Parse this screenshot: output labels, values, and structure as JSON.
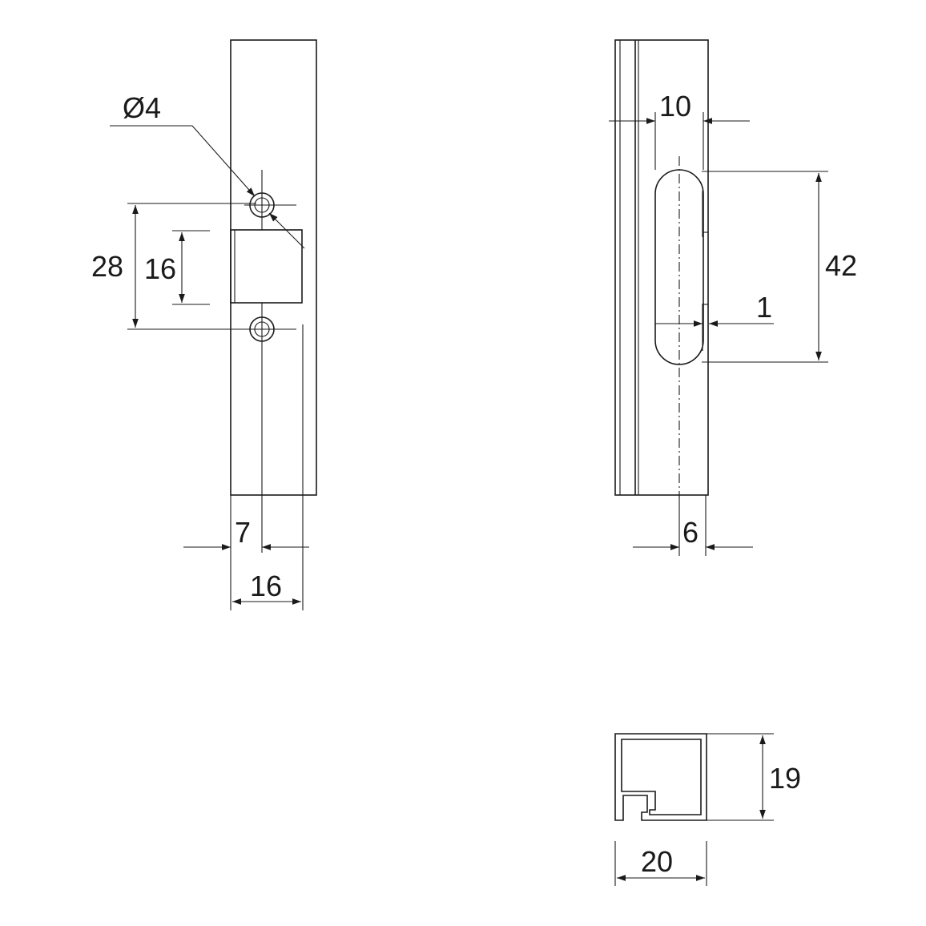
{
  "colors": {
    "line": "#1a1a1a",
    "background": "#ffffff"
  },
  "front_view": {
    "hole_diameter": "Ø4",
    "dim_hole_spacing": "28",
    "dim_opening_height": "16",
    "dim_hole_offset": "7",
    "dim_plate_width": "16"
  },
  "side_view": {
    "dim_slot_width": "10",
    "dim_slot_length": "42",
    "dim_slot_gap": "1",
    "dim_slot_center": "6"
  },
  "section_view": {
    "dim_height": "19",
    "dim_width": "20"
  }
}
